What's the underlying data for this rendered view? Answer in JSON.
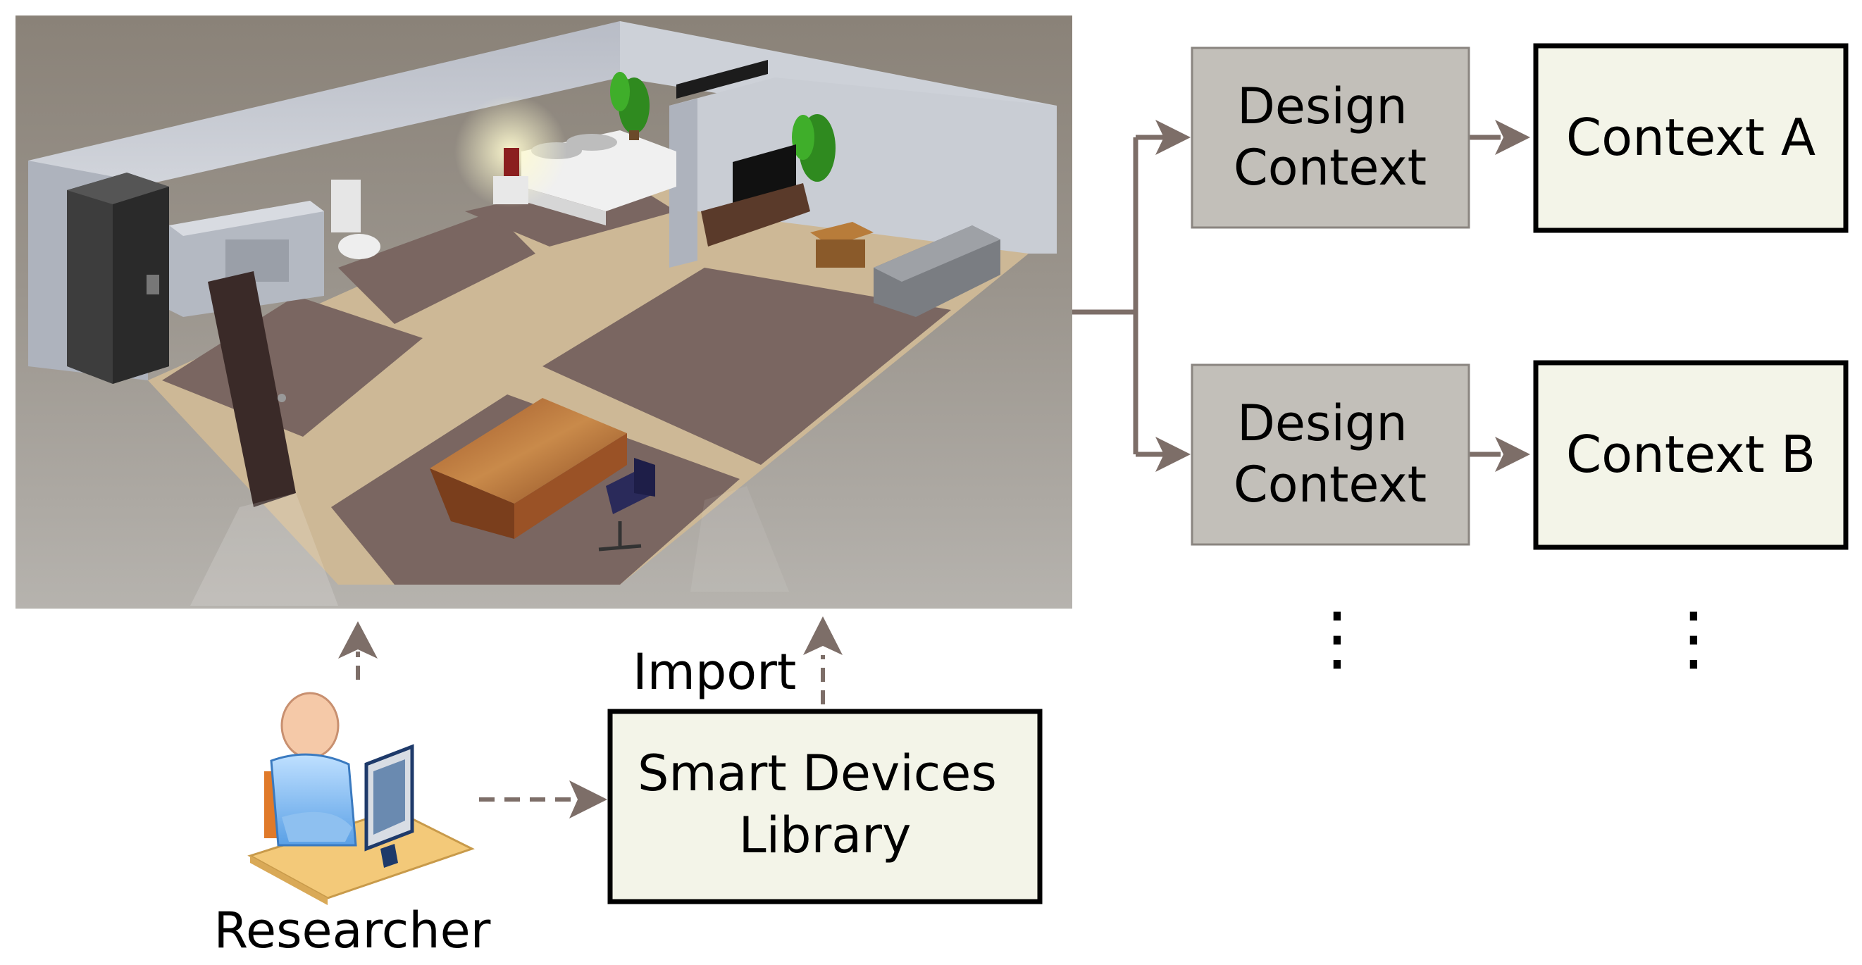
{
  "boxes": {
    "design_context_1": "Design\nContext",
    "design_context_2": "Design\nContext",
    "context_a": "Context A",
    "context_b": "Context B",
    "library": "Smart Devices\nLibrary"
  },
  "labels": {
    "import": "Import",
    "researcher": "Researcher",
    "ellipsis": "⋮"
  },
  "colors": {
    "arrow": "#7d6e68",
    "design_box_fill": "#c2bfb9",
    "context_box_fill": "#f3f4e8",
    "floor_carpet": "#7a6661",
    "floor_wood": "#cdb896",
    "wall": "#c8ccd4"
  }
}
